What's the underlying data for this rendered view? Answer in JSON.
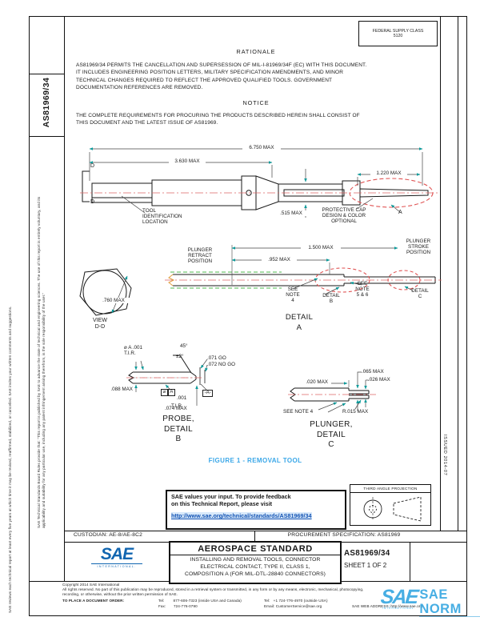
{
  "page": {
    "doc_number_side": "AS81969/34",
    "issued": "ISSUED 2014-07",
    "fsc": {
      "label": "FEDERAL SUPPLY CLASS",
      "value": "5120"
    }
  },
  "margin": {
    "disclaimer_outer": "SAE reviews each technical report at least every five years at which time it may be revised, reaffirmed, stabilized, or cancelled. SAE invites your written comments and suggestions.",
    "disclaimer_inner": "SAE Technical Standards Board Rules provide that: \"This report is published by SAE to advance the state of technical and engineering sciences. The use of this report is entirely voluntary, and its applicability and suitability for any particular use, including any patent infringement arising therefrom, is the sole responsibility of the user.\""
  },
  "rationale": {
    "heading": "RATIONALE",
    "body": "AS81969/34 PERMITS THE CANCELLATION AND SUPERSESSION OF MIL-I-81969/34F (EC) WITH THIS DOCUMENT.\nIT INCLUDES ENGINEERING POSITION LETTERS, MILITARY SPECIFICATION AMENDMENTS, AND MINOR\nTECHNICAL CHANGES REQUIRED TO REFLECT THE APPROVED QUALIFIED TOOLS. GOVERNMENT\nDOCUMENTATION REFERENCES ARE REMOVED."
  },
  "notice": {
    "heading": "NOTICE",
    "body": "THE COMPLETE REQUIREMENTS FOR PROCURING THE PRODUCTS DESCRIBED HEREIN SHALL CONSIST OF\nTHIS DOCUMENT AND THE LATEST ISSUE OF AS81969."
  },
  "figure": {
    "caption": "FIGURE 1 - REMOVAL TOOL",
    "main_view": {
      "dim_overall": "6.750 MAX",
      "dim_body": "3.630 MAX",
      "dim_cap": "1.220 MAX",
      "dim_sleeve": ".515 MAX",
      "section_d_top": "D",
      "section_d_bottom": "D",
      "tool_id_note": "TOOL\nIDENTIFICATION\nLOCATION",
      "cap_note": "PROTECTIVE CAP\nDESIGN & COLOR\nOPTIONAL",
      "detail_a_ref": "A"
    },
    "view_dd": {
      "dim": ".760 MAX",
      "caption": "VIEW\nD-D"
    },
    "detail_a": {
      "retract_note": "PLUNGER\nRETRACT\nPOSITION",
      "stroke_note": "PLUNGER\nSTROKE\nPOSITION",
      "dim_stroke": "1.500 MAX",
      "dim_retract": ".952 MAX",
      "see_note_4": "SEE\nNOTE\n4",
      "detail_b_ref": "DETAIL\nB",
      "see_note_5_6": "SEE\nNOTE\n5 & 6",
      "detail_c_ref": "DETAIL\nC",
      "caption": "DETAIL\nA"
    },
    "probe_detail": {
      "tir_callout_top": "⌀ A  .001\n   T.I.R.",
      "angle": "45°",
      "angle_tol": "±2°",
      "gage_go": ".071 GO",
      "gage_nogo": ".072 NO GO",
      "dim_shank": ".088 MAX",
      "tir_frame_dia": "⌀",
      "tir_frame_datum": "A",
      "tir_frame_val": ".001",
      "tir_frame_tir": "T.I.R.",
      "dim_tip": ".074 MAX",
      "datum_flag": "-A-",
      "caption": "PROBE,\nDETAIL\nB"
    },
    "plunger_detail": {
      "dim_tip_len": ".065 MAX",
      "dim_tip_wid": ".026 MAX",
      "dim_step": ".020 MAX",
      "see_note_4": "SEE NOTE 4",
      "radius": "R.015 MAX",
      "caption": "PLUNGER,\nDETAIL\nC"
    }
  },
  "feedback": {
    "line1": "SAE values your input. To provide feedback",
    "line2": "on this Technical Report, please visit",
    "link": "http://www.sae.org/technical/standards/AS81969/34"
  },
  "projection": {
    "label": "THIRD ANGLE PROJECTION"
  },
  "custodian_row": {
    "custodian": "CUSTODIAN: AE-8/AE-8C2",
    "procurement": "PROCUREMENT SPECIFICATION: AS81969"
  },
  "title_block": {
    "logo_text": "SAE",
    "logo_sub": "INTERNATIONAL.",
    "standard_type": "AEROSPACE STANDARD",
    "title": "INSTALLING AND REMOVAL TOOLS, CONNECTOR\nELECTRICAL CONTACT, TYPE II, CLASS 1,\nCOMPOSITION A (FOR MIL-DTL-28840 CONNECTORS)",
    "number": "AS81969/34",
    "sheet": "SHEET 1 OF 2"
  },
  "footer": {
    "copyright": "Copyright 2014 SAE International",
    "rights": "All rights reserved. No part of this publication may be reproduced, stored in a retrieval system or transmitted, in any form or by any means, electronic, mechanical, photocopying,\nrecording, or otherwise, without the prior written permission of SAE.",
    "order_label": "TO PLACE A DOCUMENT ORDER:",
    "tel_inside": "Tel:        877-606-7323 (inside USA and Canada)",
    "fax": "Fax:       724-776-0790",
    "tel_outside": "Tel:   +1 724-776-4970 (outside USA)",
    "email": "Email: CustomerService@sae.org",
    "web": "SAE WEB ADDRESS: http://www.sae.org"
  },
  "watermark": {
    "logo": "SAE",
    "logo_sub": "INTERNATIONAL.",
    "text": "SAE NORM"
  },
  "colors": {
    "accent_teal": "#0a9a9a",
    "centerline_red": "#dd6666",
    "highlight_red": "#e05555",
    "green_dash": "#4db84d",
    "figure_caption_blue": "#3aa7e8",
    "link_blue": "#1353b4",
    "sae_blue": "#1065b0",
    "watermark_blue": "#2ea3e0"
  }
}
